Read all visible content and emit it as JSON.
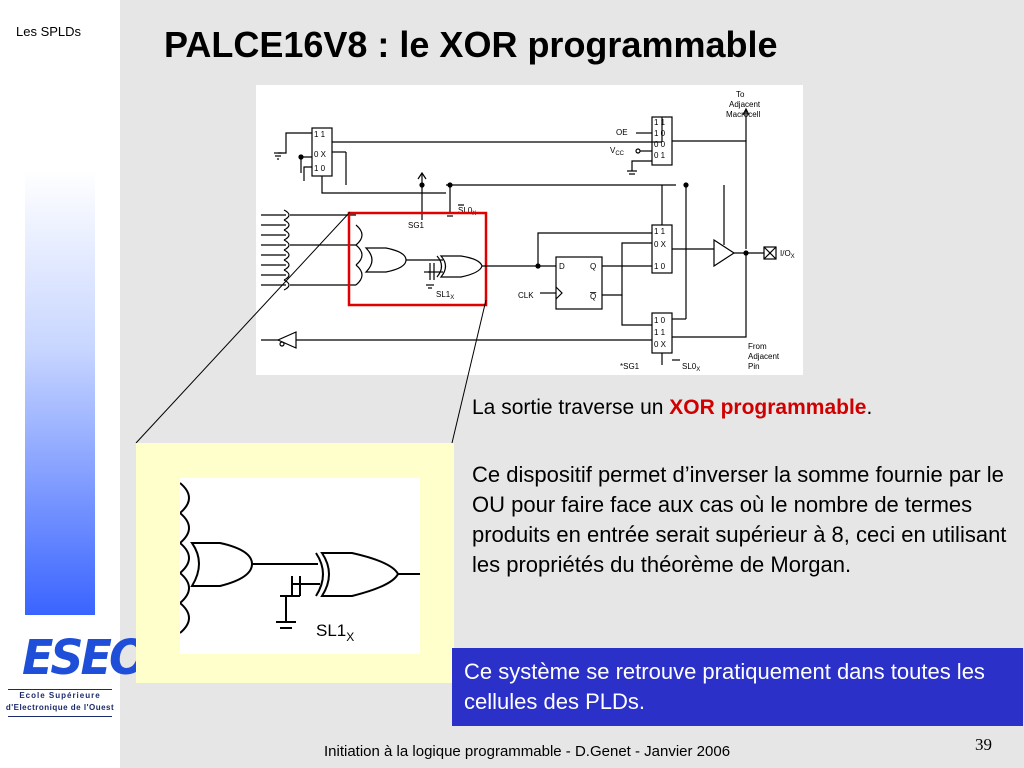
{
  "sidebar": {
    "label": "Les SPLDs",
    "logo": {
      "text": "ESEO",
      "line1": "Ecole Supérieure",
      "line2": "d'Electronique de l'Ouest"
    }
  },
  "title": "PALCE16V8 : le XOR programmable",
  "diagram": {
    "mux_top_left": [
      "1 1",
      "0 X",
      "1 0"
    ],
    "mux_top_right": [
      "1 1",
      "1 0",
      "0 0",
      "0 1"
    ],
    "mux_mid": [
      "1 1",
      "0 X",
      "1 0"
    ],
    "mux_bottom": [
      "1 0",
      "1 1",
      "0 X"
    ],
    "to_adjacent": [
      "To",
      "Adjacent",
      "Macrocell"
    ],
    "from_adjacent": [
      "From",
      "Adjacent",
      "Pin"
    ],
    "oe": "OE",
    "vcc": "V",
    "vcc_sub": "CC",
    "sl0": "SL0",
    "sl0_sub": "X",
    "sg1": "SG1",
    "sl1": "SL1",
    "sl1_sub": "X",
    "d": "D",
    "q": "Q",
    "qbar": "Q",
    "clk": "CLK",
    "io": "I/O",
    "io_sub": "X",
    "sg1_star": "*SG1",
    "sl0_bottom": "SL0",
    "sl0_bottom_sub": "X"
  },
  "zoom": {
    "sl1": "SL1",
    "sl1_sub": "X"
  },
  "body": {
    "para1_before": "La sortie traverse un ",
    "para1_highlight": "XOR programmable",
    "para1_after": ".",
    "para2": "Ce dispositif permet d’inverser la somme fournie par le OU pour faire face aux cas où le nombre de termes produits en entrée serait supérieur à 8, ceci en utilisant les propriétés du théorème de Morgan.",
    "callout": "Ce système se retrouve pratiquement dans toutes les cellules des PLDs."
  },
  "footer": "Initiation à la logique programmable - D.Genet - Janvier 2006",
  "page_number": "39",
  "colors": {
    "highlight_red": "#d00000",
    "callout_blue": "#2a30c8",
    "logo_blue": "#1f4fd8",
    "zoom_bg": "#ffffcc"
  }
}
